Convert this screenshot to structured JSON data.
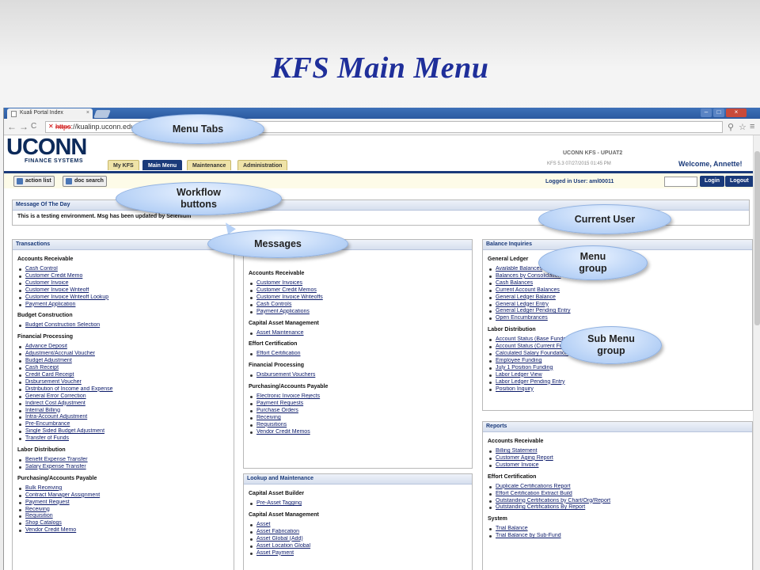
{
  "slide_title": "KFS Main Menu",
  "browser": {
    "tab_title": "Kuali Portal Index",
    "tab_close": "×",
    "nav": {
      "back": "←",
      "forward": "→",
      "reload": "C"
    },
    "url_scheme": "https",
    "url_rest": "://kualinp.uconn.edu",
    "tools": {
      "magnify": "⚲",
      "star": "☆",
      "menu": "≡"
    },
    "window_buttons": {
      "min": "–",
      "max": "□",
      "close": "×"
    }
  },
  "header": {
    "logo": "UCONN",
    "logo_sub": "FINANCE SYSTEMS",
    "system_name": "UCONN KFS - UPUAT2",
    "version": "KFS 5.3 07/27/2015 01:45 PM",
    "welcome": "Welcome, Annette!",
    "tabs": [
      {
        "label": "My KFS"
      },
      {
        "label": "Main Menu"
      },
      {
        "label": "Maintenance"
      },
      {
        "label": "Administration"
      }
    ]
  },
  "toolbar": {
    "action_list": "action list",
    "doc_search": "doc search",
    "logged_in": "Logged in User: aml00011",
    "login": "Login",
    "logout": "Logout"
  },
  "motd": {
    "title": "Message Of The Day",
    "text": "This is a testing environment. Msg has been updated by Selenium"
  },
  "transactions": {
    "title": "Transactions",
    "groups": [
      {
        "title": "Accounts Receivable",
        "items": [
          "Cash Control",
          "Customer Credit Memo",
          "Customer Invoice",
          "Customer Invoice Writeoff",
          "Customer Invoice Writeoff Lookup",
          "Payment Application"
        ]
      },
      {
        "title": "Budget Construction",
        "items": [
          "Budget Construction Selection"
        ]
      },
      {
        "title": "Financial Processing",
        "items": [
          "Advance Deposit",
          "Adjustment/Accrual Voucher",
          "Budget Adjustment",
          "Cash Receipt",
          "Credit Card Receipt",
          "Disbursement Voucher",
          "Distribution of Income and Expense",
          "General Error Correction",
          "Indirect Cost Adjustment",
          "Internal Billing",
          "Intra-Account Adjustment",
          "Pre-Encumbrance",
          "Single Sided Budget Adjustment",
          "Transfer of Funds"
        ]
      },
      {
        "title": "Labor Distribution",
        "items": [
          "Benefit Expense Transfer",
          "Salary Expense Transfer"
        ]
      },
      {
        "title": "Purchasing/Accounts Payable",
        "items": [
          "Bulk Receiving",
          "Contract Manager Assignment",
          "Payment Request",
          "Receiving",
          "Requisition",
          "Shop Catalogs",
          "Vendor Credit Memo"
        ]
      }
    ]
  },
  "middle": {
    "groups": [
      {
        "title": "Accounts Receivable",
        "items": [
          "Customer Invoices",
          "Customer Credit Memos",
          "Customer Invoice Writeoffs",
          "Cash Controls",
          "Payment Applications"
        ]
      },
      {
        "title": "Capital Asset Management",
        "items": [
          "Asset Maintenance"
        ]
      },
      {
        "title": "Effort Certification",
        "items": [
          "Effort Certification"
        ]
      },
      {
        "title": "Financial Processing",
        "items": [
          "Disbursement Vouchers"
        ]
      },
      {
        "title": "Purchasing/Accounts Payable",
        "items": [
          "Electronic Invoice Rejects",
          "Payment Requests",
          "Purchase Orders",
          "Receiving",
          "Requisitions",
          "Vendor Credit Memos"
        ]
      }
    ]
  },
  "lookup": {
    "title": "Lookup and Maintenance",
    "groups": [
      {
        "title": "Capital Asset Builder",
        "items": [
          "Pre-Asset Tagging"
        ]
      },
      {
        "title": "Capital Asset Management",
        "items": [
          "Asset",
          "Asset Fabrication",
          "Asset Global (Add)",
          "Asset Location Global",
          "Asset Payment"
        ]
      }
    ]
  },
  "balance": {
    "title": "Balance Inquiries",
    "groups": [
      {
        "title": "General Ledger",
        "items": [
          "Available Balances",
          "Balances by Consolidation",
          "Cash Balances",
          "Current Account Balances",
          "General Ledger Balance",
          "General Ledger Entry",
          "General Ledger Pending Entry",
          "Open Encumbrances"
        ]
      },
      {
        "title": "Labor Distribution",
        "items": [
          "Account Status (Base Funds)",
          "Account Status (Current Funds)",
          "Calculated Salary Foundation",
          "Employee Funding",
          "July 1 Position Funding",
          "Labor Ledger View",
          "Labor Ledger Pending Entry",
          "Position Inquiry"
        ]
      }
    ]
  },
  "reports": {
    "title": "Reports",
    "groups": [
      {
        "title": "Accounts Receivable",
        "items": [
          "Billing Statement",
          "Customer Aging Report",
          "Customer Invoice"
        ]
      },
      {
        "title": "Effort Certification",
        "items": [
          "Duplicate Certifications Report",
          "Effort Certification Extract Build",
          "Outstanding Certifications by Chart/Org/Report",
          "Outstanding Certifications By Report"
        ]
      },
      {
        "title": "System",
        "items": [
          "Trial Balance",
          "Trial Balance by Sub-Fund"
        ]
      }
    ]
  },
  "callouts": {
    "menu_tabs": "Menu Tabs",
    "workflow": "Workflow buttons",
    "current_user": "Current User",
    "messages": "Messages",
    "menu_group": "Menu group",
    "sub_menu_group": "Sub Menu group"
  }
}
